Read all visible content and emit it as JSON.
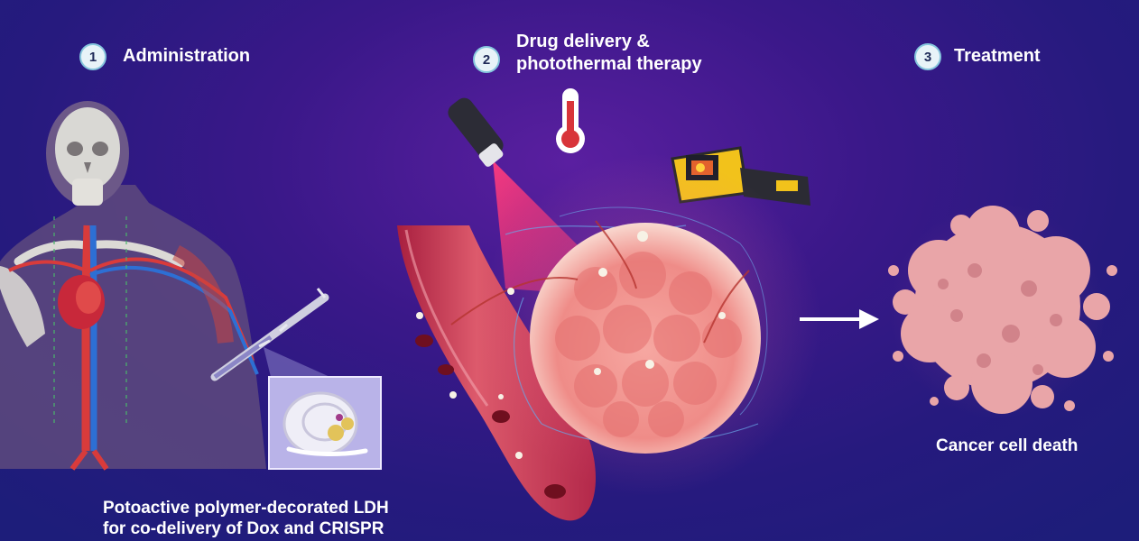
{
  "steps": [
    {
      "number": "1",
      "title_lines": [
        "Administration"
      ]
    },
    {
      "number": "2",
      "title_lines": [
        "Drug delivery &",
        "photothermal therapy"
      ]
    },
    {
      "number": "3",
      "title_lines": [
        "Treatment"
      ]
    }
  ],
  "captions": {
    "nanoparticle_lines": [
      "Potoactive polymer-decorated LDH",
      "for co-delivery of Dox and CRISPR"
    ],
    "outcome": "Cancer cell death"
  },
  "colors": {
    "background": "#2a1a82",
    "badge_fill": "#e8f3f8",
    "badge_border": "#86c6dd",
    "tumor": "#ee8a86",
    "vessel": "#c93a55",
    "laser": "#e0306e",
    "dead_cells": "#e9a5a8",
    "camera_body": "#f2c21b"
  },
  "icons": [
    "human-body-icon",
    "syringe-icon",
    "nanoparticle-inset-icon",
    "laser-pointer-icon",
    "thermometer-icon",
    "thermal-camera-icon",
    "blood-vessel-icon",
    "tumor-icon",
    "arrow-right-icon",
    "dead-cell-cluster-icon"
  ]
}
